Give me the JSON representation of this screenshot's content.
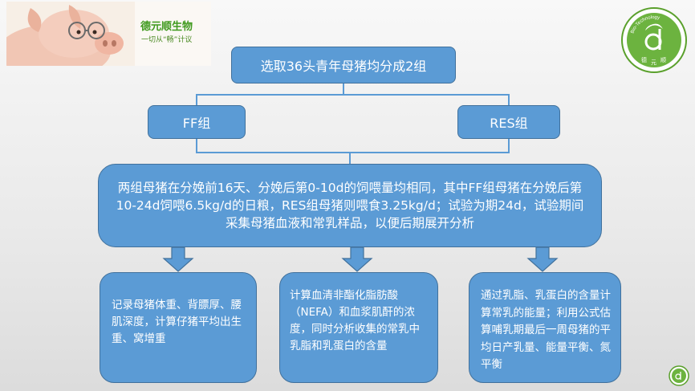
{
  "brand": {
    "name": "德元顺生物",
    "slogan": "一切从“畅”计议",
    "logo_ring_text": "Bio-Technology",
    "logo_bottom_text": [
      "德",
      "元",
      "顺"
    ]
  },
  "flow": {
    "top": "选取36头青年母猪均分成2组",
    "groups": [
      "FF组",
      "RES组"
    ],
    "description": "两组母猪在分娩前16天、分娩后第0-10d的饲喂量均相同，其中FF组母猪在分娩后第10-24d饲喂6.5kg/d的日粮，RES组母猪则喂食3.25kg/d；试验为期24d，试验期间采集母猪血液和常乳样品，以便后期展开分析",
    "measures": [
      "记录母猪体重、背膘厚、腰肌深度，计算仔猪平均出生重、窝增重",
      "计算血清非酯化脂肪酸（NEFA）和血浆肌酐的浓度，同时分析收集的常乳中乳脂和乳蛋白的含量",
      "通过乳脂、乳蛋白的含量计算常乳的能量；利用公式估算哺乳期最后一周母猪的平均日产乳量、能量平衡、氮平衡"
    ]
  },
  "colors": {
    "box_fill": "#5b9bd5",
    "box_border": "#41719c",
    "brand_green": "#3f9a1e"
  },
  "icons": [
    "pig-photo",
    "company-logo",
    "down-arrow-icon"
  ]
}
